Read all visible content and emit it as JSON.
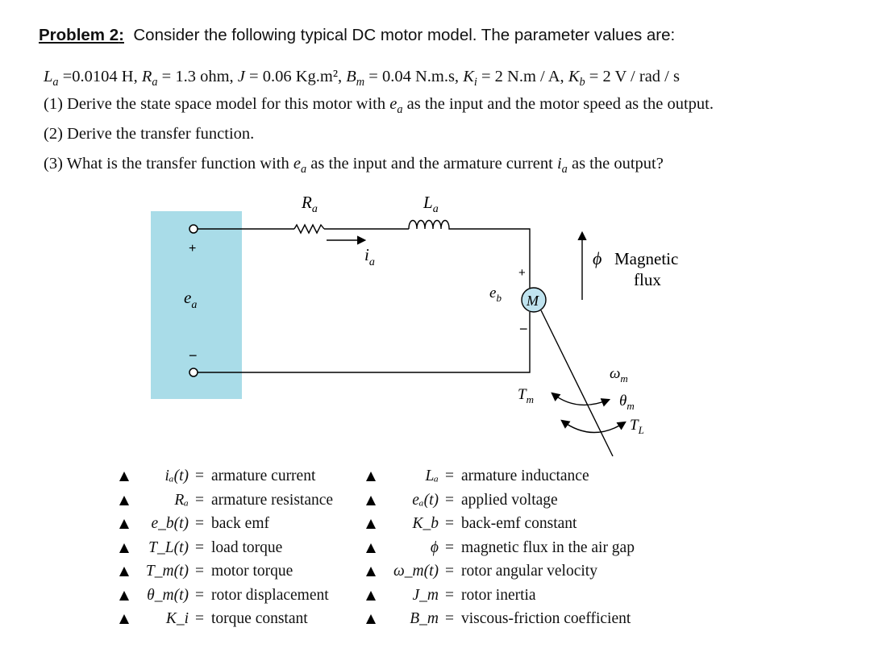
{
  "problem": {
    "label": "Problem 2",
    "colon": ":",
    "title": "Consider the following typical DC motor model. The parameter values are:"
  },
  "params_line": {
    "La_sym": "L",
    "La_sub": "a",
    "La_val": " =0.0104 H, ",
    "Ra_sym": "R",
    "Ra_sub": "a",
    "Ra_val": " = 1.3 ohm, ",
    "J_sym": "J",
    "J_val": " = 0.06 Kg.m², ",
    "Bm_sym": "B",
    "Bm_sub": "m",
    "Bm_val": " = 0.04 N.m.s, ",
    "Ki_sym": "K",
    "Ki_sub": "i",
    "Ki_val": " = 2 N.m / A, ",
    "Kb_sym": "K",
    "Kb_sub": "b",
    "Kb_val": " = 2 V / rad / s"
  },
  "questions": {
    "q1_pre": "(1) Derive the state space model for this motor with ",
    "q1_var": "e",
    "q1_sub": "a",
    "q1_post": " as the input and the motor speed as the output.",
    "q2": "(2) Derive the transfer function.",
    "q3_pre": "(3) What is the transfer function with ",
    "q3_var1": "e",
    "q3_sub1": "a",
    "q3_mid": " as the input and the armature current ",
    "q3_var2": "i",
    "q3_sub2": "a",
    "q3_post": " as the output?"
  },
  "circuit": {
    "Ra": "R",
    "Ra_sub": "a",
    "La": "L",
    "La_sub": "a",
    "ia": "i",
    "ia_sub": "a",
    "ea": "e",
    "ea_sub": "a",
    "plus_left": "+",
    "minus_left": "−",
    "eb": "e",
    "eb_sub": "b",
    "plus_motor": "+",
    "minus_motor": "−",
    "motor": "M",
    "phi": "ϕ",
    "magnetic": "Magnetic",
    "flux": "flux",
    "Tm": "T",
    "Tm_sub": "m",
    "omega": "ω",
    "omega_sub": "m",
    "theta": "θ",
    "theta_sub": "m",
    "TL": "T",
    "TL_sub": "L"
  },
  "legend_left": [
    {
      "sym": "iₐ(t)",
      "eq": "=",
      "desc": "armature current"
    },
    {
      "sym": "Rₐ",
      "eq": "=",
      "desc": "armature resistance"
    },
    {
      "sym": "e_b(t)",
      "eq": "=",
      "desc": "back emf"
    },
    {
      "sym": "T_L(t)",
      "eq": "=",
      "desc": "load torque"
    },
    {
      "sym": "T_m(t)",
      "eq": "=",
      "desc": "motor torque"
    },
    {
      "sym": "θ_m(t)",
      "eq": "=",
      "desc": "rotor displacement"
    },
    {
      "sym": "K_i",
      "eq": "=",
      "desc": "torque constant"
    }
  ],
  "legend_right": [
    {
      "sym": "Lₐ",
      "eq": "=",
      "desc": "armature inductance"
    },
    {
      "sym": "eₐ(t)",
      "eq": "=",
      "desc": "applied voltage"
    },
    {
      "sym": "K_b",
      "eq": "=",
      "desc": "back-emf constant"
    },
    {
      "sym": "ϕ",
      "eq": "=",
      "desc": "magnetic flux in the air gap"
    },
    {
      "sym": "ω_m(t)",
      "eq": "=",
      "desc": "rotor angular velocity"
    },
    {
      "sym": "J_m",
      "eq": "=",
      "desc": "rotor inertia"
    },
    {
      "sym": "B_m",
      "eq": "=",
      "desc": "viscous-friction coefficient"
    }
  ],
  "colors": {
    "source_box": "#a9dce8",
    "motor_fill": "#bfe3ef"
  }
}
